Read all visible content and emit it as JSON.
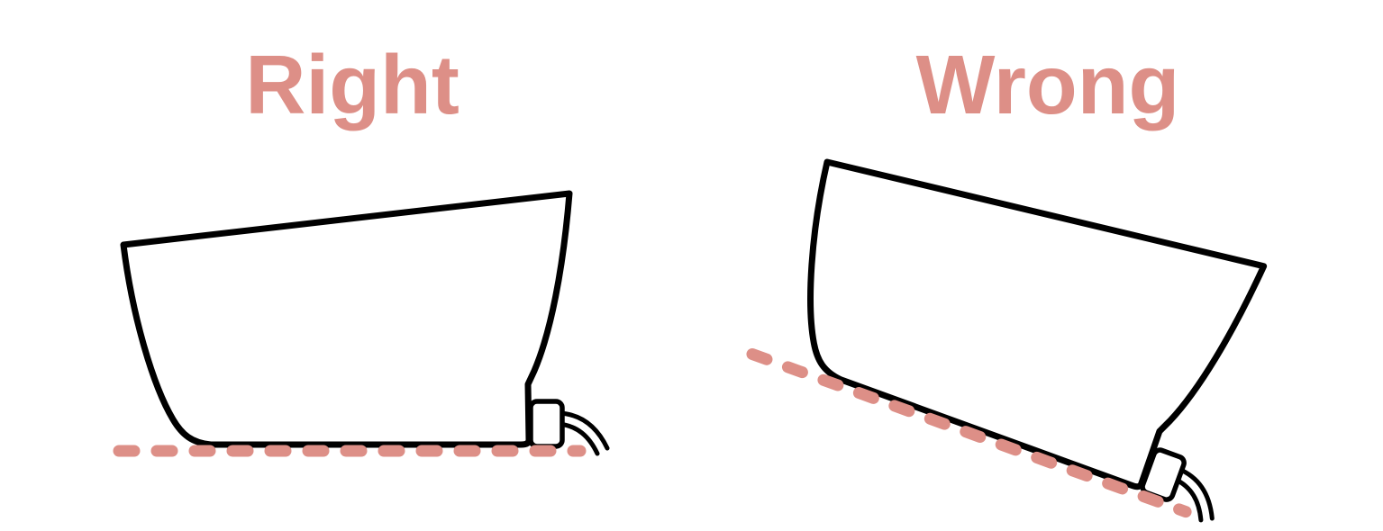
{
  "diagram": {
    "subject": "Boat transducer mounting orientation comparison",
    "panels": [
      {
        "id": "right",
        "label": "Right",
        "hull_attitude": "level",
        "baseline_angle_deg": 0
      },
      {
        "id": "wrong",
        "label": "Wrong",
        "hull_attitude": "tilted bow-up",
        "baseline_angle_deg": 20
      }
    ],
    "figure_parts": {
      "hull": "boat hull side profile",
      "transducer": "transom-mounted transducer box",
      "cable": "transducer cable",
      "baseline": "dashed reference line along hull bottom"
    },
    "colors": {
      "accent": "#DD8F87",
      "outline": "#000000",
      "background": "#FFFFFF"
    }
  }
}
